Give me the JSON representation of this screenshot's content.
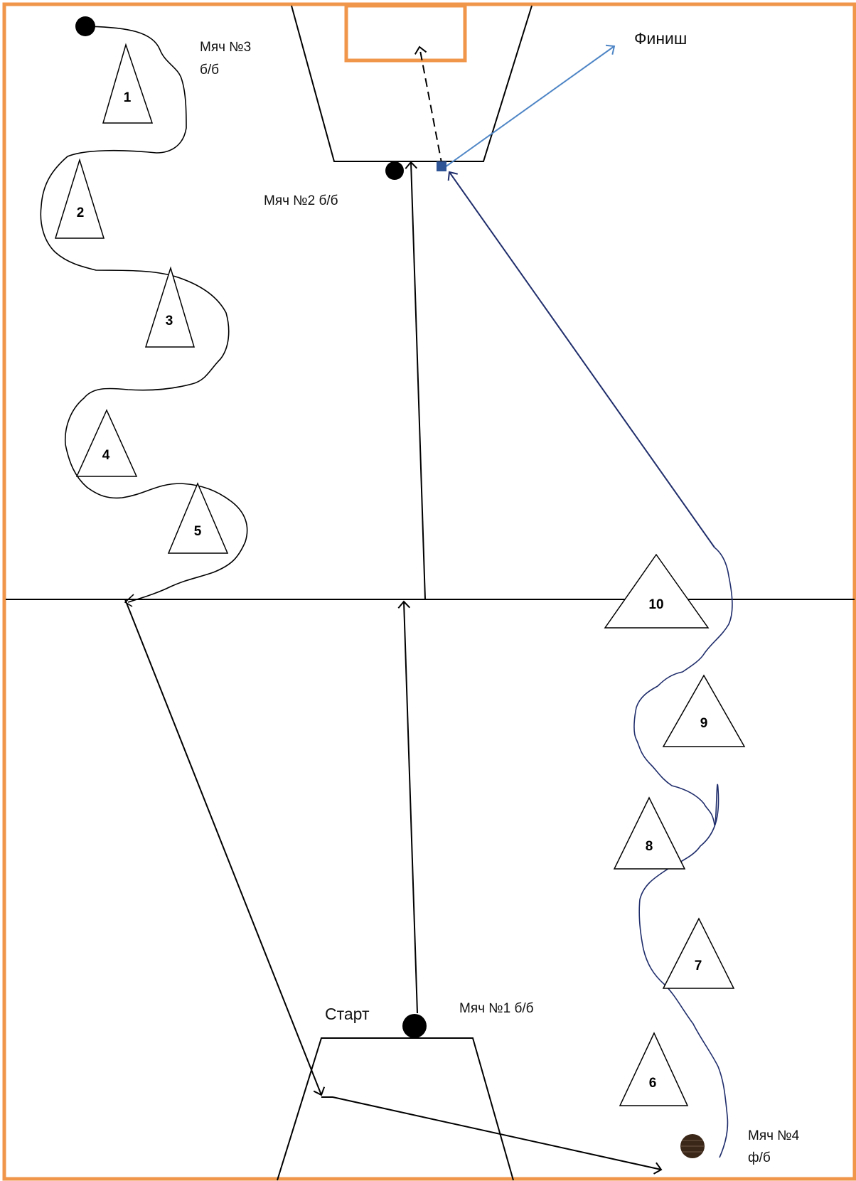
{
  "labels": {
    "finish": "Финиш",
    "start": "Старт",
    "ball1": "Мяч №1 б/б",
    "ball2": "Мяч №2 б/б",
    "ball3_line1": "Мяч №3",
    "ball3_line2": "б/б",
    "ball4_line1": "Мяч №4",
    "ball4_line2": "ф/б"
  },
  "cones": [
    {
      "num": "1"
    },
    {
      "num": "2"
    },
    {
      "num": "3"
    },
    {
      "num": "4"
    },
    {
      "num": "5"
    },
    {
      "num": "6"
    },
    {
      "num": "7"
    },
    {
      "num": "8"
    },
    {
      "num": "9"
    },
    {
      "num": "10"
    }
  ],
  "colors": {
    "border": "#f0964b",
    "line": "#000000",
    "navy": "#1f2d6b",
    "light_blue": "#4f86c6",
    "marker": "#2f5496",
    "ball": "#000000",
    "football": "#3b2718"
  }
}
